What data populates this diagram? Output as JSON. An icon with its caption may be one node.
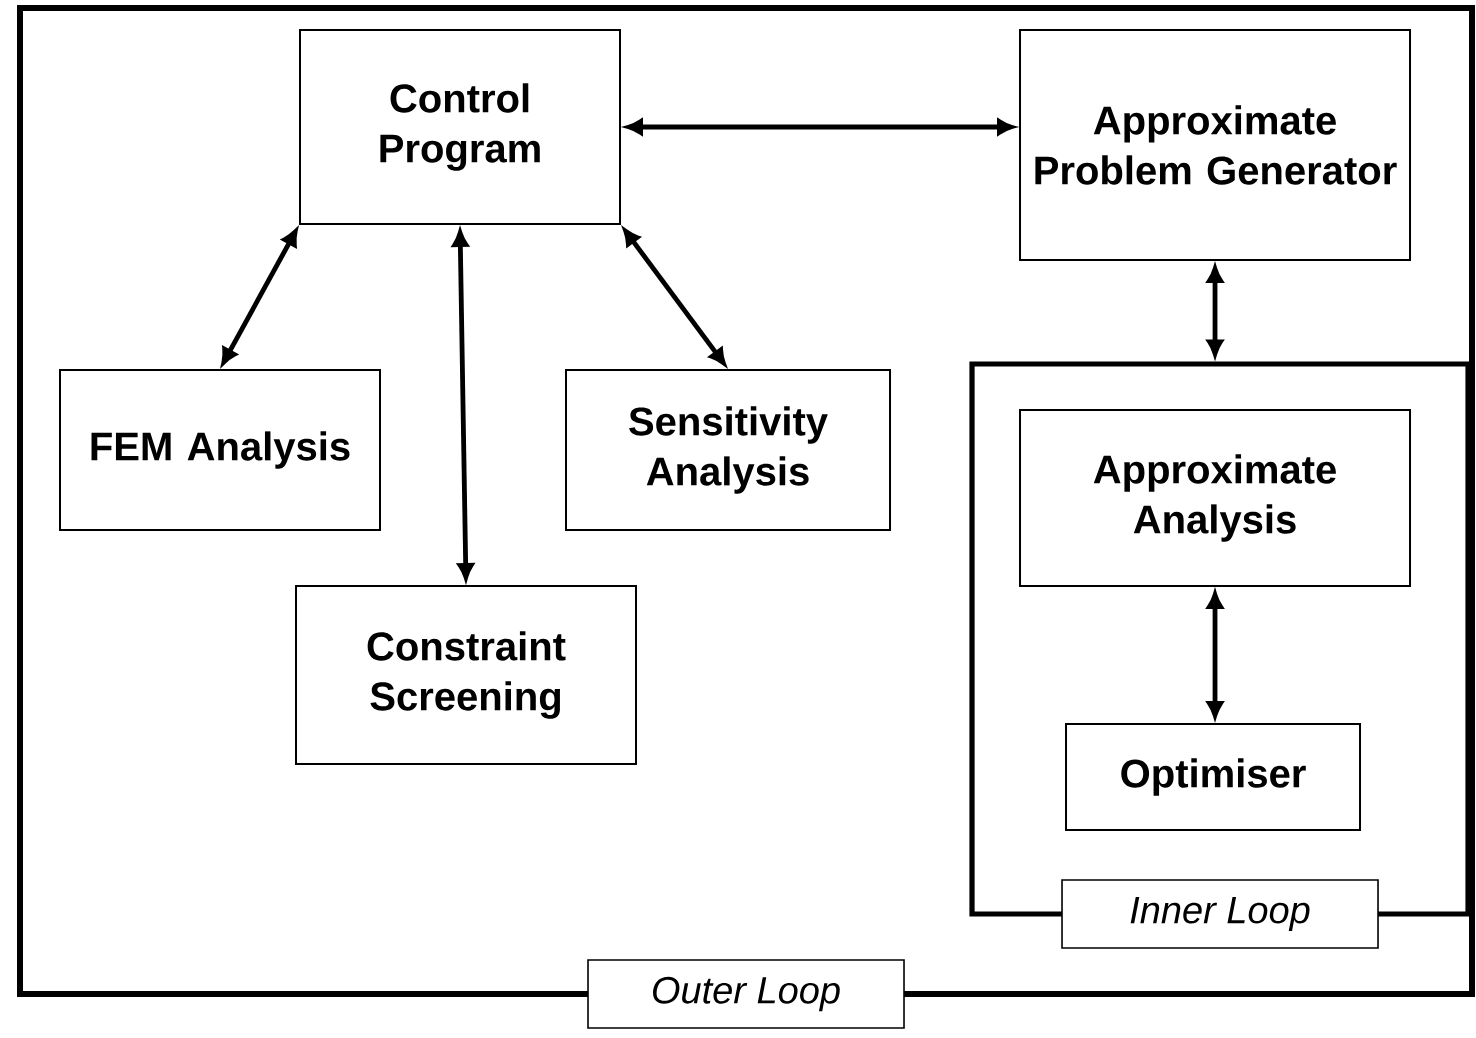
{
  "diagram": {
    "nodes": [
      {
        "text": [
          "Outer Loop"
        ]
      },
      {
        "text": [
          "Control Program"
        ],
        "in": 0
      },
      {
        "text": [
          "Approximate Problem Generator"
        ],
        "in": 0
      },
      {
        "text": [
          "FEM Analysis"
        ],
        "in": 0
      },
      {
        "text": [
          "Sensitivity Analysis"
        ],
        "in": 0
      },
      {
        "text": [
          "Constraint Screening"
        ],
        "in": 0
      },
      {
        "text": [
          "Inner Loop"
        ],
        "in": 0
      },
      {
        "text": [
          "Approximate Analysis"
        ],
        "in": 6
      },
      {
        "text": [
          "Optimiser"
        ],
        "in": 6
      }
    ],
    "edges": [
      {
        "from": 1,
        "to": 2,
        "arrow": "both"
      },
      {
        "from": 1,
        "to": 3,
        "arrow": "both"
      },
      {
        "from": 1,
        "to": 5,
        "arrow": "both"
      },
      {
        "from": 1,
        "to": 4,
        "arrow": "both"
      },
      {
        "from": 2,
        "to": 6,
        "arrow": "both"
      },
      {
        "from": 7,
        "to": 8,
        "arrow": "both"
      }
    ]
  }
}
